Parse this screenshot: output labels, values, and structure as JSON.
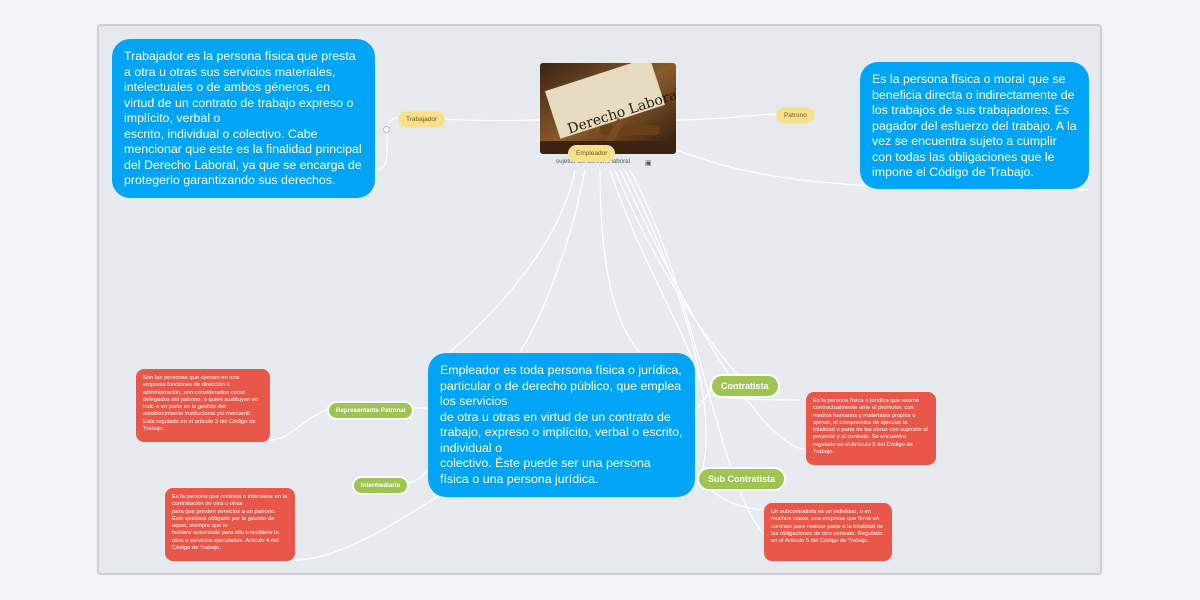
{
  "central": {
    "image_text": "Derecho Laboral",
    "caption": "sujetos del derecho laboral",
    "image_icon": "image-icon"
  },
  "topics": {
    "trabajador": "Trabajador",
    "patrono": "Patrono",
    "empleador": "Empleador",
    "contratista": "Contratista",
    "sub_contratista": "Sub Contratista",
    "representante_patronal": "Representante Patronal",
    "intermediario": "Intermediario"
  },
  "notes": {
    "trabajador": "Trabajador es la persona física que presta a otra u otras sus servicios materiales, intelectuales o de ambos géneros, en virtud de un contrato de trabajo expreso o implícito, verbal o\nescrito, individual o colectivo. Cabe mencionar que este es la finalidad principal del Derecho Laboral, ya que se encarga de protegerlo garantizando sus derechos.",
    "patrono": "Es la persona física o moral que se beneficia directa o indirectamente de los trabajos de sus trabajadores. Es pagador del esfuerzo del trabajo. A la vez se encuentra sujeto a cumplir con todas las obligaciones que le impone el Código de Trabajo.",
    "empleador": "Empleador es toda persona física o jurídica, particular o de derecho público, que emplea los servicios\nde otra u otras en virtud de un contrato de trabajo, expreso o implícito, verbal o escrito, individual o\ncolectivo. Éste puede ser una persona física o una persona jurídica.",
    "representante_patronal": "Son  las personas que ejercen en una empresa funciones de dirección o administración, son considerados como delegados del patrono, o quien sustituyen en todo o en parte en la gestión del establecimiento institucional y/o mercantil. Esta regulado en el articulo 3 del Código de Trabajo.",
    "intermediario": "Es la persona que contrata o interviene en la contratación de otra u otras\npara que presten servicios a un patrono. Este quedará obligado por la gestión de aquel, siempre que lo\nhubiere autorizado para ello o recibiere la obra o servicios ejecutados. Articulo 4 del Código de Trabajo.",
    "contratista": "Es la persona física o jurídica que asume contractualmente ante el promotor, con medios humanos y materiales propios o ajenos, el compromiso de ejecutar la totalidad o parte de las obras con sujeción al proyecto y al contrato. Se encuentra regulado en el Artículo 5 del Código de Trabajo.",
    "sub_contratista": "Un subcontratista es un individuo, o en muchos casos, una empresa que firma un contrato para realizar parte o la totalidad de las obligaciones de otro contrato. Regulado en el Articulo 5 del Código de Trabajo."
  },
  "colors": {
    "blue_note": "#00a5f5",
    "red_note": "#e8574a",
    "green_topic": "#9ec552",
    "yellow_topic": "#f7e08a",
    "connector": "#ffffff"
  }
}
